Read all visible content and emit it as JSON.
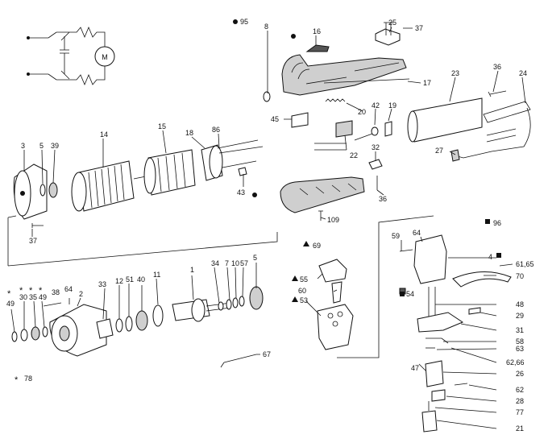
{
  "diagram": {
    "motor_symbol": "M",
    "labels": {
      "p95": "95",
      "p8": "8",
      "p16": "16",
      "p25": "25",
      "p37a": "37",
      "p17": "17",
      "p23": "23",
      "p36a": "36",
      "p24": "24",
      "p20": "20",
      "p42": "42",
      "p19": "19",
      "p45": "45",
      "p86": "86",
      "p15": "15",
      "p18": "18",
      "p14": "14",
      "p3": "3",
      "p5a": "5",
      "p39": "39",
      "p22": "22",
      "p32": "32",
      "p27": "27",
      "p43": "43",
      "p36b": "36",
      "p37b": "37",
      "p109": "109",
      "p96": "96",
      "p69": "69",
      "p59": "59",
      "p64a": "64",
      "p4": "4",
      "p6165": "61,65",
      "p55": "55",
      "p70": "70",
      "p60": "60",
      "p54": "54",
      "p53": "53",
      "p48": "48",
      "p29": "29",
      "p31": "31",
      "p58": "58",
      "p63": "63",
      "p6266": "62,66",
      "p47": "47",
      "p26": "26",
      "p62": "62",
      "p28": "28",
      "p77": "77",
      "p21": "21",
      "p1": "1",
      "p34": "34",
      "p7": "7",
      "p10": "10",
      "p57": "57",
      "p5b": "5",
      "p11": "11",
      "p40": "40",
      "p51": "51",
      "p12": "12",
      "p33": "33",
      "p2": "2",
      "p38": "38",
      "p64b": "64",
      "p49a": "49",
      "p30": "30",
      "p35": "35",
      "p49b": "49",
      "p67": "67",
      "p78": "78"
    }
  }
}
